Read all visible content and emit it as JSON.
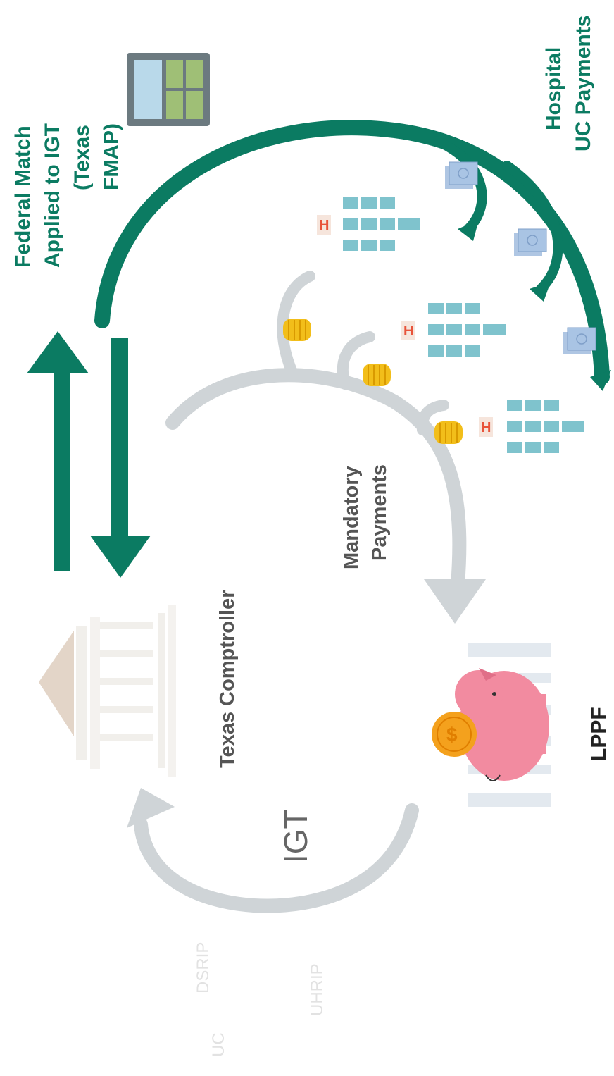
{
  "labels": {
    "federal_match": [
      "Federal Match",
      "Applied to IGT",
      "(Texas",
      "FMAP)"
    ],
    "hospital_uc": [
      "Hospital",
      "UC Payments"
    ],
    "mandatory": [
      "Mandatory",
      "Payments"
    ],
    "comptroller": "Texas Comptroller",
    "igt": "IGT",
    "lppf": "LPPF",
    "dsrip": "DSRIP",
    "uhrip": "UHRIP",
    "uc": "UC"
  },
  "icons": {
    "hospital_letter": "H",
    "dollar_sign": "$",
    "calculator": "calculator-icon",
    "building": "government-building-icon",
    "piggy_bank": "piggy-bank-icon"
  },
  "colors": {
    "teal": "#0b7b62",
    "gray_arrow": "#cfd4d7",
    "hospital_red": "#e8533a",
    "hospital_blue": "#7fc3cd",
    "coin": "#f2be1a",
    "money": "#9bb8dc",
    "pig": "#f28ba0",
    "text_dark": "#555555"
  }
}
